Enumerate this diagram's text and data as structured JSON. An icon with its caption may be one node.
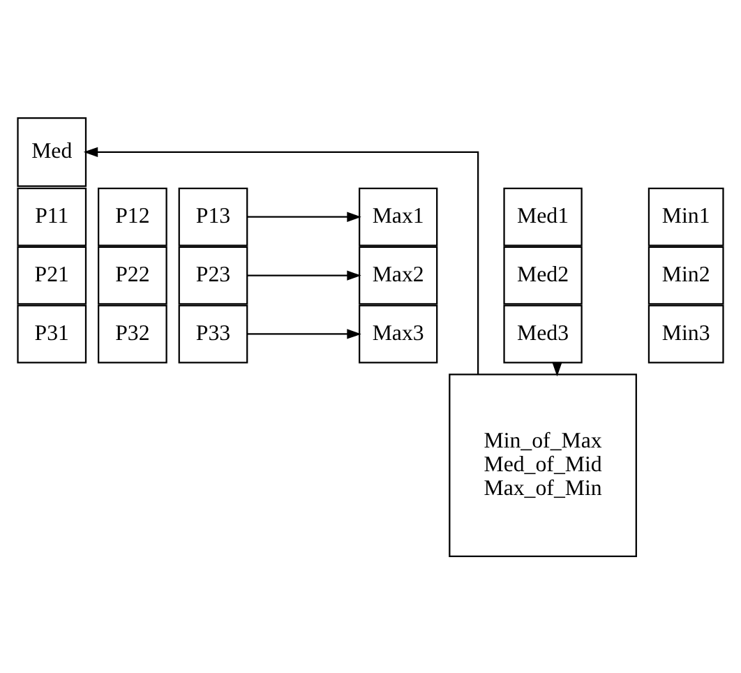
{
  "diagram": {
    "nodes": [
      {
        "text": [
          "P11"
        ]
      },
      {
        "text": [
          "P12"
        ]
      },
      {
        "text": [
          "P13"
        ]
      },
      {
        "text": [
          "P21"
        ]
      },
      {
        "text": [
          "P22"
        ]
      },
      {
        "text": [
          "P23"
        ]
      },
      {
        "text": [
          "P31"
        ]
      },
      {
        "text": [
          "P32"
        ]
      },
      {
        "text": [
          "P33"
        ]
      },
      {
        "text": [
          "Max1"
        ]
      },
      {
        "text": [
          "Med1"
        ]
      },
      {
        "text": [
          "Min1"
        ]
      },
      {
        "text": [
          "Max2"
        ]
      },
      {
        "text": [
          "Med2"
        ]
      },
      {
        "text": [
          "Min2"
        ]
      },
      {
        "text": [
          "Max3"
        ]
      },
      {
        "text": [
          "Med3"
        ]
      },
      {
        "text": [
          "Min3"
        ]
      },
      {
        "text": [
          "Min_of_Max",
          "Med_of_Mid",
          "Max_of_Min"
        ]
      },
      {
        "text": [
          "Med"
        ]
      }
    ],
    "edges": [
      {
        "from": 2,
        "to": 9,
        "arrow": "to"
      },
      {
        "from": 5,
        "to": 12,
        "arrow": "to"
      },
      {
        "from": 8,
        "to": 15,
        "arrow": "to"
      },
      {
        "from": 16,
        "to": 18,
        "arrow": "to"
      },
      {
        "from": 18,
        "to": 19,
        "arrow": "to"
      }
    ]
  }
}
